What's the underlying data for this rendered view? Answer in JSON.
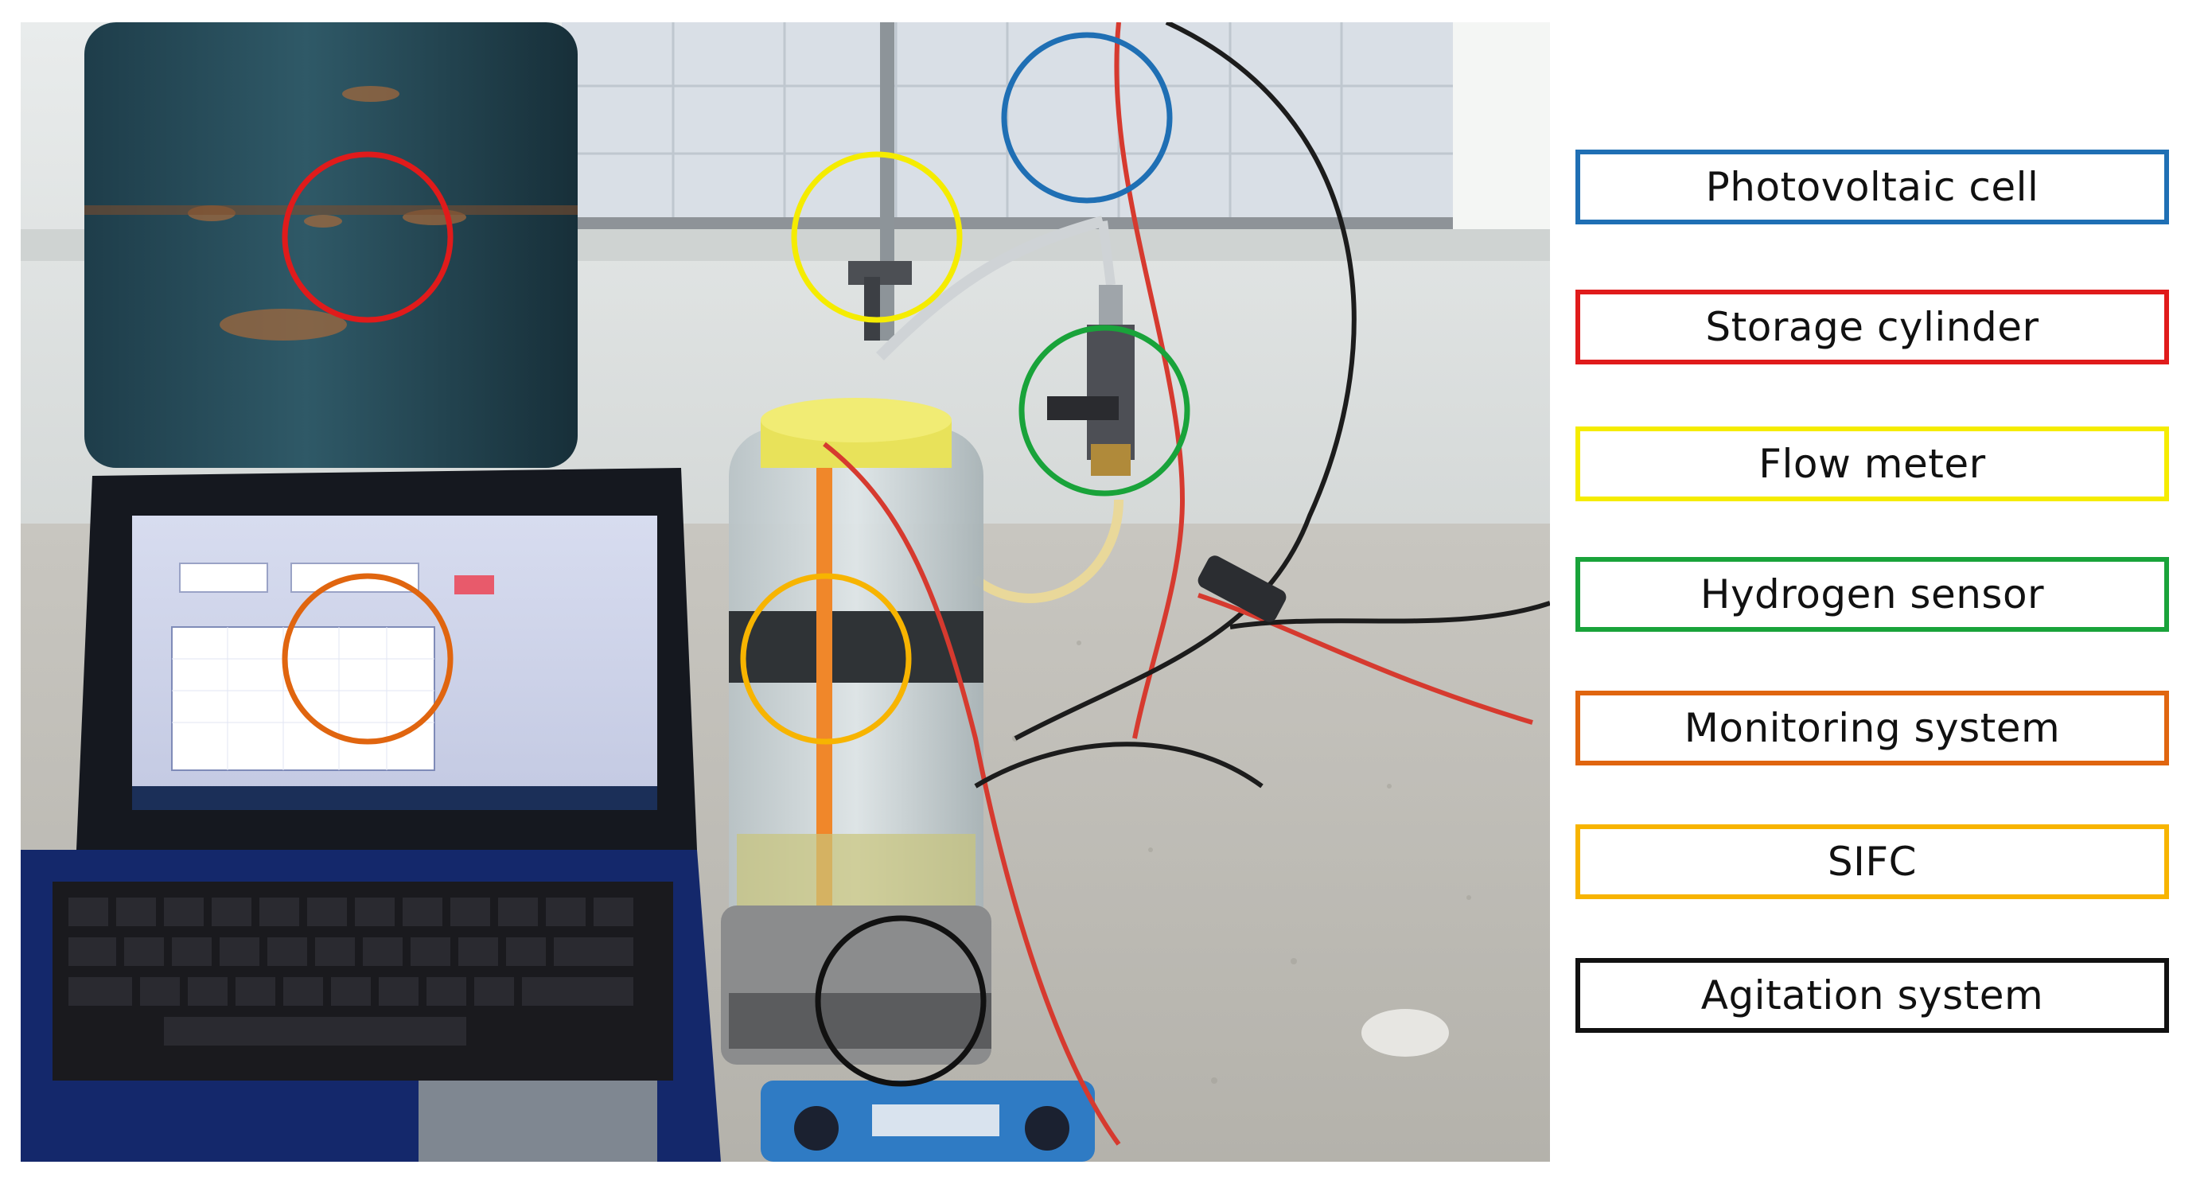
{
  "legend": [
    {
      "label": "Photovoltaic cell",
      "color": "#1f6fb4",
      "name": "photovoltaic-cell"
    },
    {
      "label": "Storage cylinder",
      "color": "#e01b1b",
      "name": "storage-cylinder"
    },
    {
      "label": "Flow meter",
      "color": "#f5ec00",
      "name": "flow-meter"
    },
    {
      "label": "Hydrogen sensor",
      "color": "#19a33a",
      "name": "hydrogen-sensor"
    },
    {
      "label": "Monitoring system",
      "color": "#e0650f",
      "name": "monitoring-system"
    },
    {
      "label": "SIFC",
      "color": "#f7b400",
      "name": "sifc"
    },
    {
      "label": "Agitation system",
      "color": "#111111",
      "name": "agitation-system"
    }
  ]
}
